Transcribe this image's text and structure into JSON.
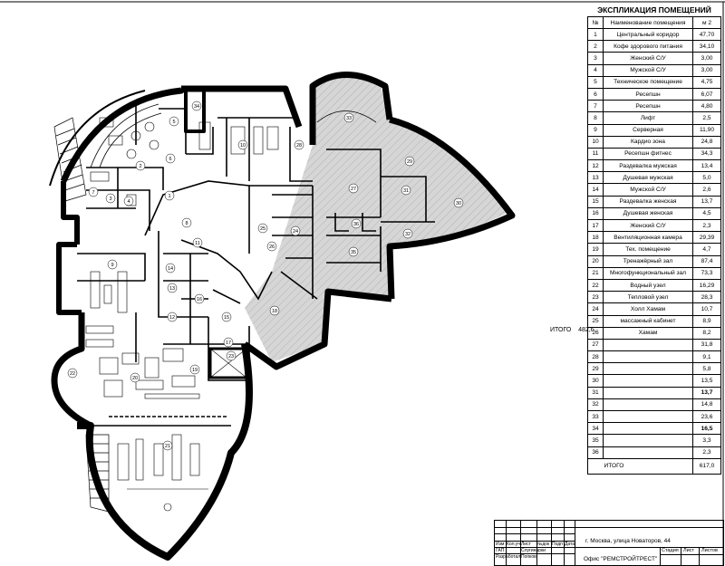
{
  "explication": {
    "title": "ЭКСПЛИКАЦИЯ ПОМЕЩЕНИЙ",
    "head": {
      "num": "№",
      "name": "Наименование помещения",
      "area": "м 2"
    },
    "rows": [
      {
        "num": "1",
        "name": "Центральный коридор",
        "area": "47,70",
        "bold": false
      },
      {
        "num": "2",
        "name": "Кофе здорового питания",
        "area": "34,10",
        "bold": false
      },
      {
        "num": "3",
        "name": "Женский С/У",
        "area": "3,00",
        "bold": false
      },
      {
        "num": "4",
        "name": "Мужской С/У",
        "area": "3,00",
        "bold": false
      },
      {
        "num": "5",
        "name": "Техническое помещение",
        "area": "4,75",
        "bold": false
      },
      {
        "num": "6",
        "name": "Ресепшн",
        "area": "6,07",
        "bold": false
      },
      {
        "num": "7",
        "name": "Ресепшн",
        "area": "4,80",
        "bold": false
      },
      {
        "num": "8",
        "name": "Лифт",
        "area": "2,5",
        "bold": false
      },
      {
        "num": "9",
        "name": "Серверная",
        "area": "11,90",
        "bold": false
      },
      {
        "num": "10",
        "name": "Кардио зона",
        "area": "24,8",
        "bold": false
      },
      {
        "num": "11",
        "name": "Ресепшн фитнес",
        "area": "34,3",
        "bold": false
      },
      {
        "num": "12",
        "name": "Раздевалка мужская",
        "area": "13,4",
        "bold": false
      },
      {
        "num": "13",
        "name": "Душевая мужская",
        "area": "5,0",
        "bold": false
      },
      {
        "num": "14",
        "name": "Мужской С/У",
        "area": "2,6",
        "bold": false
      },
      {
        "num": "15",
        "name": "Раздевалка женская",
        "area": "13,7",
        "bold": false
      },
      {
        "num": "16",
        "name": "Душевая женская",
        "area": "4,5",
        "bold": false
      },
      {
        "num": "17",
        "name": "Женский С/У",
        "area": "2,3",
        "bold": false
      },
      {
        "num": "18",
        "name": "Вентиляционная камера",
        "area": "29,39",
        "bold": false
      },
      {
        "num": "19",
        "name": "Тех. помещение",
        "area": "4,7",
        "bold": false
      },
      {
        "num": "20",
        "name": "Тренажёрный зал",
        "area": "87,4",
        "bold": false
      },
      {
        "num": "21",
        "name": "Многофункциональный зал",
        "area": "73,3",
        "bold": false
      },
      {
        "num": "22",
        "name": "Водный узел",
        "area": "16,29",
        "bold": false
      },
      {
        "num": "23",
        "name": "Тепловой узел",
        "area": "28,3",
        "bold": false
      },
      {
        "num": "24",
        "name": "Холл Хамам",
        "area": "10,7",
        "bold": false
      },
      {
        "num": "25",
        "name": "массажный кабинет",
        "area": "8,9",
        "bold": false
      },
      {
        "num": "26",
        "name": "Хамам",
        "area": "8,2",
        "bold": false
      },
      {
        "num": "27",
        "name": "",
        "area": "31,8",
        "bold": false
      },
      {
        "num": "28",
        "name": "",
        "area": "9,1",
        "bold": false
      },
      {
        "num": "29",
        "name": "",
        "area": "5,8",
        "bold": false
      },
      {
        "num": "30",
        "name": "",
        "area": "13,5",
        "bold": false
      },
      {
        "num": "31",
        "name": "",
        "area": "13,7",
        "bold": true
      },
      {
        "num": "32",
        "name": "",
        "area": "14,8",
        "bold": false
      },
      {
        "num": "33",
        "name": "",
        "area": "23,6",
        "bold": false
      },
      {
        "num": "34",
        "name": "",
        "area": "16,5",
        "bold": true
      },
      {
        "num": "35",
        "name": "",
        "area": "3,3",
        "bold": false
      },
      {
        "num": "36",
        "name": "",
        "area": "2,3",
        "bold": false
      }
    ],
    "total_label": "ИТОГО",
    "total_value": "617,0"
  },
  "side_total": {
    "label": "ИТОГО",
    "value": "482,6"
  },
  "stamp": {
    "address": "г. Москва, улица Новаторов, 44",
    "object": "Офис \"РЕМСТРОЙТРЕСТ\"",
    "col_izm": "Изм",
    "col_koluch": "Кол.уч",
    "col_list": "Лист",
    "col_ndok": "№док",
    "col_podp": "Подп",
    "col_data": "Дата",
    "gap": "ГАП",
    "gap_name": "Слугинарки",
    "razrab": "Разработал",
    "razrab_name": "Попков",
    "stadia": "Стадия",
    "list": "Лист",
    "listov": "Листов"
  },
  "room_labels": [
    "1",
    "2",
    "3",
    "4",
    "5",
    "6",
    "7",
    "8",
    "9",
    "10",
    "11",
    "12",
    "13",
    "14",
    "15",
    "16",
    "17",
    "18",
    "19",
    "20",
    "21",
    "22",
    "23",
    "24",
    "25",
    "26",
    "27",
    "28",
    "29",
    "30",
    "31",
    "32",
    "33",
    "34",
    "35",
    "36"
  ]
}
